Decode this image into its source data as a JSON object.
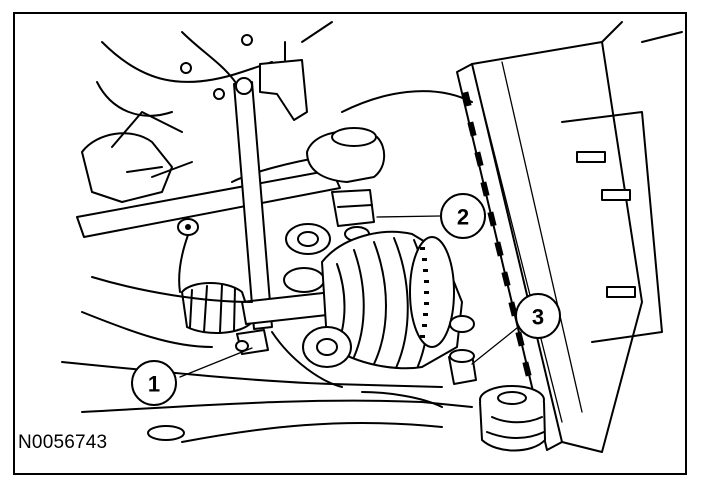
{
  "figure": {
    "id": "N0056743"
  },
  "callouts": [
    {
      "label": "1"
    },
    {
      "label": "2"
    },
    {
      "label": "3"
    }
  ]
}
